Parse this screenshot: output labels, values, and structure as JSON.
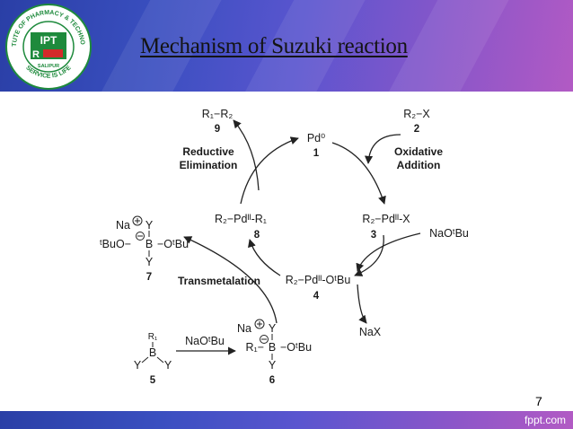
{
  "header": {
    "title": "Mechanism of Suzuki reaction",
    "logo": {
      "top_text": "INSTITUTE OF PHARMACY & TECHNOLOGY",
      "bottom_text": "SERVICE IS LIFE",
      "place": "SALIPUR",
      "mark": "IPT",
      "letter": "R"
    }
  },
  "diagram": {
    "compounds": {
      "pd0": {
        "formula": "Pd⁰",
        "number": "1"
      },
      "r2x": {
        "formula": "R₂−X",
        "number": "2"
      },
      "pdx": {
        "formula": "R₂−Pdᴵᴵ-X",
        "number": "3"
      },
      "pdo": {
        "formula": "R₂−Pdᴵᴵ-OᵗBu",
        "number": "4"
      },
      "boron": {
        "substituent": "R₁",
        "atom": "B",
        "ligand_left": "Y",
        "ligand_right": "Y",
        "number": "5"
      },
      "borate6": {
        "cation": "Na",
        "top": "Y",
        "left": "R₁−",
        "atom": "B",
        "right": "−OᵗBu",
        "bottom": "Y",
        "number": "6"
      },
      "borate7": {
        "cation": "Na",
        "top": "Y",
        "left": "ᵗBuO−",
        "atom": "B",
        "right": "−OᵗBu",
        "bottom": "Y",
        "number": "7"
      },
      "pdr": {
        "formula": "R₂−Pdᴵᴵ-R₁",
        "number": "8"
      },
      "r1r2": {
        "formula": "R₁−R₂",
        "number": "9"
      }
    },
    "steps": {
      "oxidative_1": "Oxidative",
      "oxidative_2": "Addition",
      "reductive_1": "Reductive",
      "reductive_2": "Elimination",
      "transmetalation": "Transmetalation"
    },
    "reagents": {
      "naotbu_main": "NaOᵗBu",
      "naotbu_bottom": "NaOᵗBu",
      "nax": "NaX"
    }
  },
  "page": {
    "number": "7"
  },
  "footer": {
    "brand": "fppt.com"
  },
  "colors": {
    "header_start": "#2a3fa6",
    "header_end": "#b25ac4",
    "logo_green": "#1e8a3c",
    "logo_red": "#d42a2a"
  }
}
